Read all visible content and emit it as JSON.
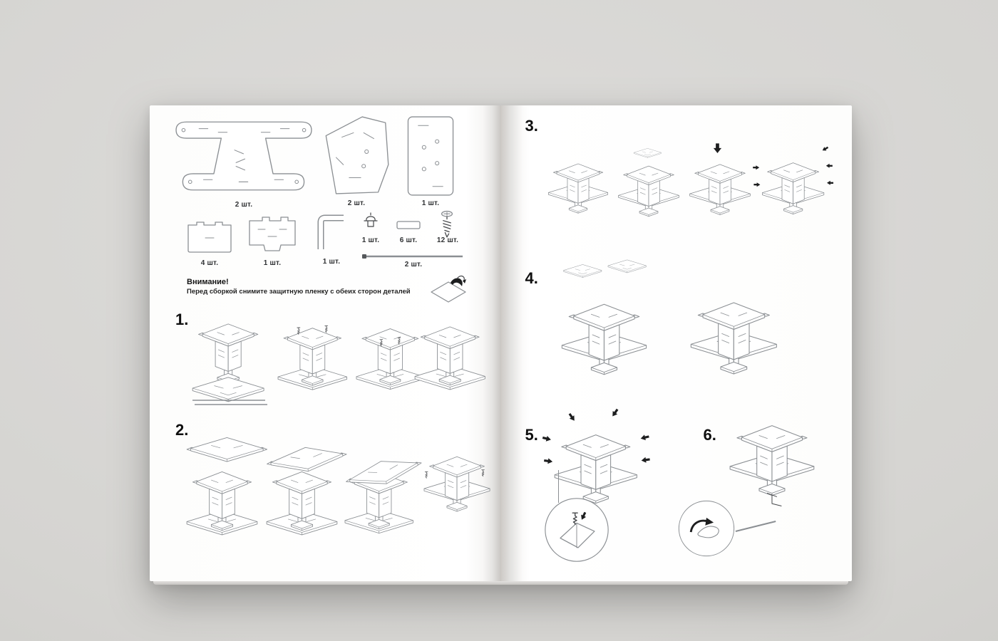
{
  "colors": {
    "background": "#d5d4d1",
    "paper": "#ffffff",
    "line_art": "#8b8f93",
    "accent_black": "#1d1e1f"
  },
  "parts": {
    "row1": [
      {
        "label": "2 шт."
      },
      {
        "label": "2 шт."
      },
      {
        "label": "1 шт."
      }
    ],
    "row2": [
      {
        "label": "4 шт."
      },
      {
        "label": "1 шт."
      },
      {
        "label": "1 шт."
      },
      {
        "label": "1 шт."
      },
      {
        "label": "6 шт."
      },
      {
        "label": "12 шт."
      },
      {
        "label": "2 шт."
      }
    ]
  },
  "warning": {
    "title": "Внимание!",
    "text": "Перед сборкой снимите защитную пленку с обеих сторон деталей"
  },
  "steps": [
    {
      "number": "1."
    },
    {
      "number": "2."
    },
    {
      "number": "3."
    },
    {
      "number": "4."
    },
    {
      "number": "5."
    },
    {
      "number": "6."
    }
  ]
}
